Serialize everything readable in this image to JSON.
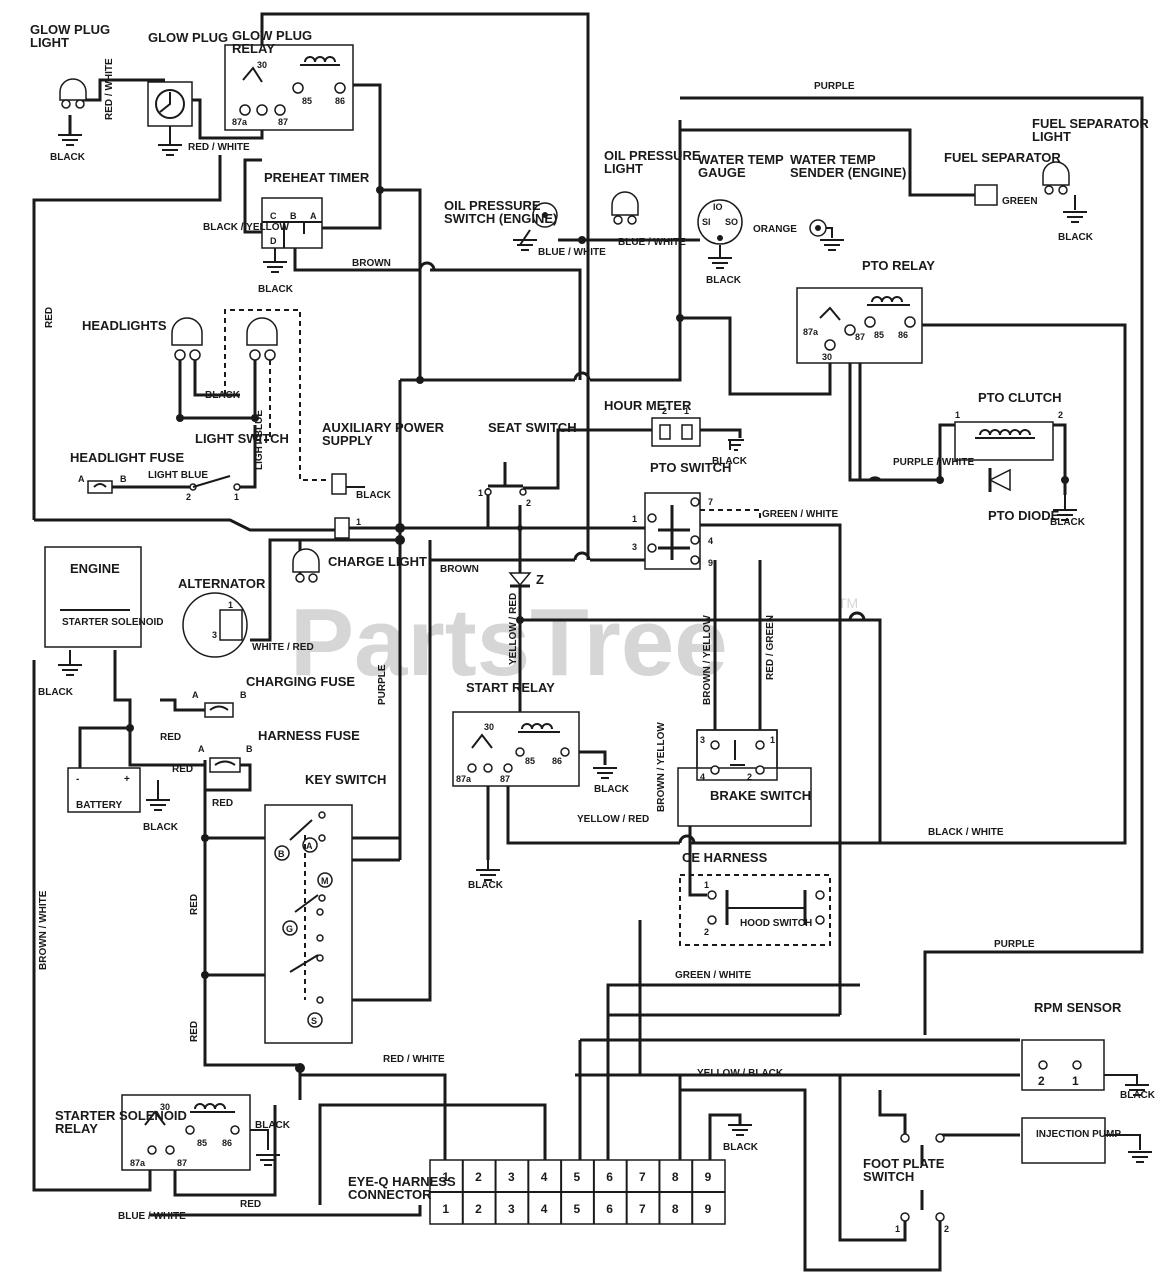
{
  "watermark": {
    "text": "PartsTree",
    "tm": "TM"
  },
  "components": {
    "glow_plug_light": "GLOW PLUG LIGHT",
    "glow_plug": "GLOW PLUG",
    "glow_plug_relay": "GLOW PLUG RELAY",
    "preheat_timer": "PREHEAT TIMER",
    "oil_pressure_switch": "OIL PRESSURE SWITCH (ENGINE)",
    "oil_pressure_light": "OIL PRESSURE LIGHT",
    "water_temp_gauge": "WATER TEMP GAUGE",
    "water_temp_sender": "WATER TEMP SENDER (ENGINE)",
    "fuel_separator": "FUEL SEPARATOR",
    "fuel_separator_light": "FUEL SEPARATOR LIGHT",
    "pto_relay": "PTO RELAY",
    "headlights": "HEADLIGHTS",
    "light_switch": "LIGHT SWITCH",
    "headlight_fuse": "HEADLIGHT FUSE",
    "auxiliary_power_supply": "AUXILIARY POWER SUPPLY",
    "seat_switch": "SEAT SWITCH",
    "hour_meter": "HOUR METER",
    "pto_switch": "PTO SWITCH",
    "pto_clutch": "PTO CLUTCH",
    "pto_diode": "PTO DIODE",
    "engine": "ENGINE",
    "starter_solenoid": "STARTER SOLENOID",
    "alternator": "ALTERNATOR",
    "charge_light": "CHARGE LIGHT",
    "charging_fuse": "CHARGING FUSE",
    "harness_fuse": "HARNESS FUSE",
    "battery": "BATTERY",
    "start_relay": "START RELAY",
    "brake_switch": "BRAKE SWITCH",
    "key_switch": "KEY SWITCH",
    "ce_harness": "CE HARNESS",
    "hood_switch": "HOOD SWITCH",
    "rpm_sensor": "RPM SENSOR",
    "injection_pump": "INJECTION PUMP",
    "foot_plate_switch": "FOOT PLATE SWITCH",
    "starter_solenoid_relay": "STARTER SOLENOID RELAY",
    "eye_q_connector": "EYE-Q HARNESS CONNECTOR",
    "diode_z": "Z"
  },
  "wire_labels": {
    "red_white_1": "RED / WHITE",
    "red_white_2": "RED / WHITE",
    "black_yellow": "BLACK / YELLOW",
    "purple_top": "PURPLE",
    "brown_1": "BROWN",
    "brown_2": "BROWN",
    "blue_white_1": "BLUE / WHITE",
    "blue_white_2": "BLUE / WHITE",
    "orange": "ORANGE",
    "green": "GREEN",
    "light_blue_1": "LIGHT BLUE",
    "light_blue_2": "LIGHT BLUE",
    "green_white_1": "GREEN / WHITE",
    "green_white_2": "GREEN / WHITE",
    "purple_white": "PURPLE / WHITE",
    "yellow_red_1": "YELLOW / RED",
    "yellow_red_2": "YELLOW / RED",
    "brown_yellow_1": "BROWN / YELLOW",
    "brown_yellow_2": "BROWN / YELLOW",
    "red_green": "RED / GREEN",
    "white_red": "WHITE / RED",
    "purple_vert": "PURPLE",
    "red_left": "RED",
    "red_1": "RED",
    "red_2": "RED",
    "red_3": "RED",
    "red_4": "RED",
    "red_5": "RED",
    "red_6": "RED",
    "brown_white": "BROWN / WHITE",
    "black_white": "BLACK / WHITE",
    "purple_right": "PURPLE",
    "red_white_3": "RED / WHITE",
    "yellow_black": "YELLOW / BLACK",
    "blue_white_3": "BLUE / WHITE",
    "black": "BLACK"
  },
  "relay_pins": {
    "p87a": "87a",
    "p30": "30",
    "p87": "87",
    "p85": "85",
    "p86": "86"
  },
  "preheat_pins": [
    "C",
    "B",
    "A",
    "D"
  ],
  "key_switch_pins": [
    "B",
    "A",
    "M",
    "G",
    "S"
  ],
  "battery_polarity": {
    "neg": "-",
    "pos": "+"
  },
  "numbers": {
    "n1": "1",
    "n2": "2",
    "n3": "3",
    "n4": "4",
    "n5": "5",
    "n6": "6",
    "n7": "7",
    "n8": "8",
    "n9": "9"
  },
  "fuse_pins": {
    "a": "A",
    "b": "B"
  },
  "gauge_pins": {
    "io": "IO",
    "si": "SI",
    "so": "SO"
  },
  "connector": {
    "top": [
      "1",
      "2",
      "3",
      "4",
      "5",
      "6",
      "7",
      "8",
      "9"
    ],
    "bottom": [
      "1",
      "2",
      "3",
      "4",
      "5",
      "6",
      "7",
      "8",
      "9"
    ]
  },
  "colors": {
    "ink": "#1a1a1a",
    "paper": "#ffffff",
    "watermark": "#d6d6d6"
  }
}
